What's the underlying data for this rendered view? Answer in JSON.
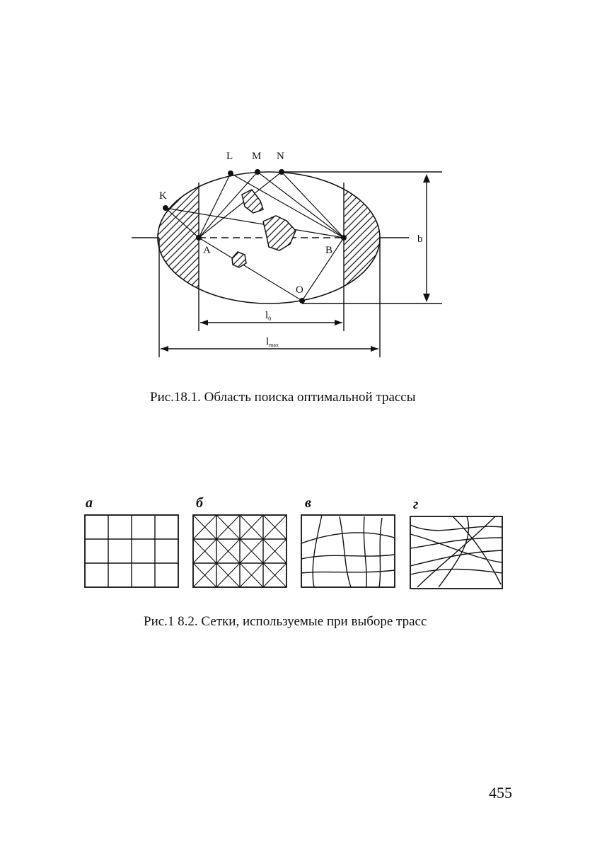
{
  "figure1": {
    "points": {
      "L": "L",
      "M": "M",
      "N": "N",
      "K": "K",
      "A": "A",
      "B": "B",
      "O": "O"
    },
    "dims": {
      "b": "b",
      "l0_base": "l",
      "l0_sub": "0",
      "lmax_base": "l",
      "lmax_sub": "max"
    },
    "caption": "Рис.18.1. Область поиска оптимальной трассы"
  },
  "figure2": {
    "panel_labels": [
      "а",
      "б",
      "в",
      "г"
    ],
    "caption": "Рис.1 8.2. Сетки, используемые при выборе трасс"
  },
  "page_number": "455"
}
